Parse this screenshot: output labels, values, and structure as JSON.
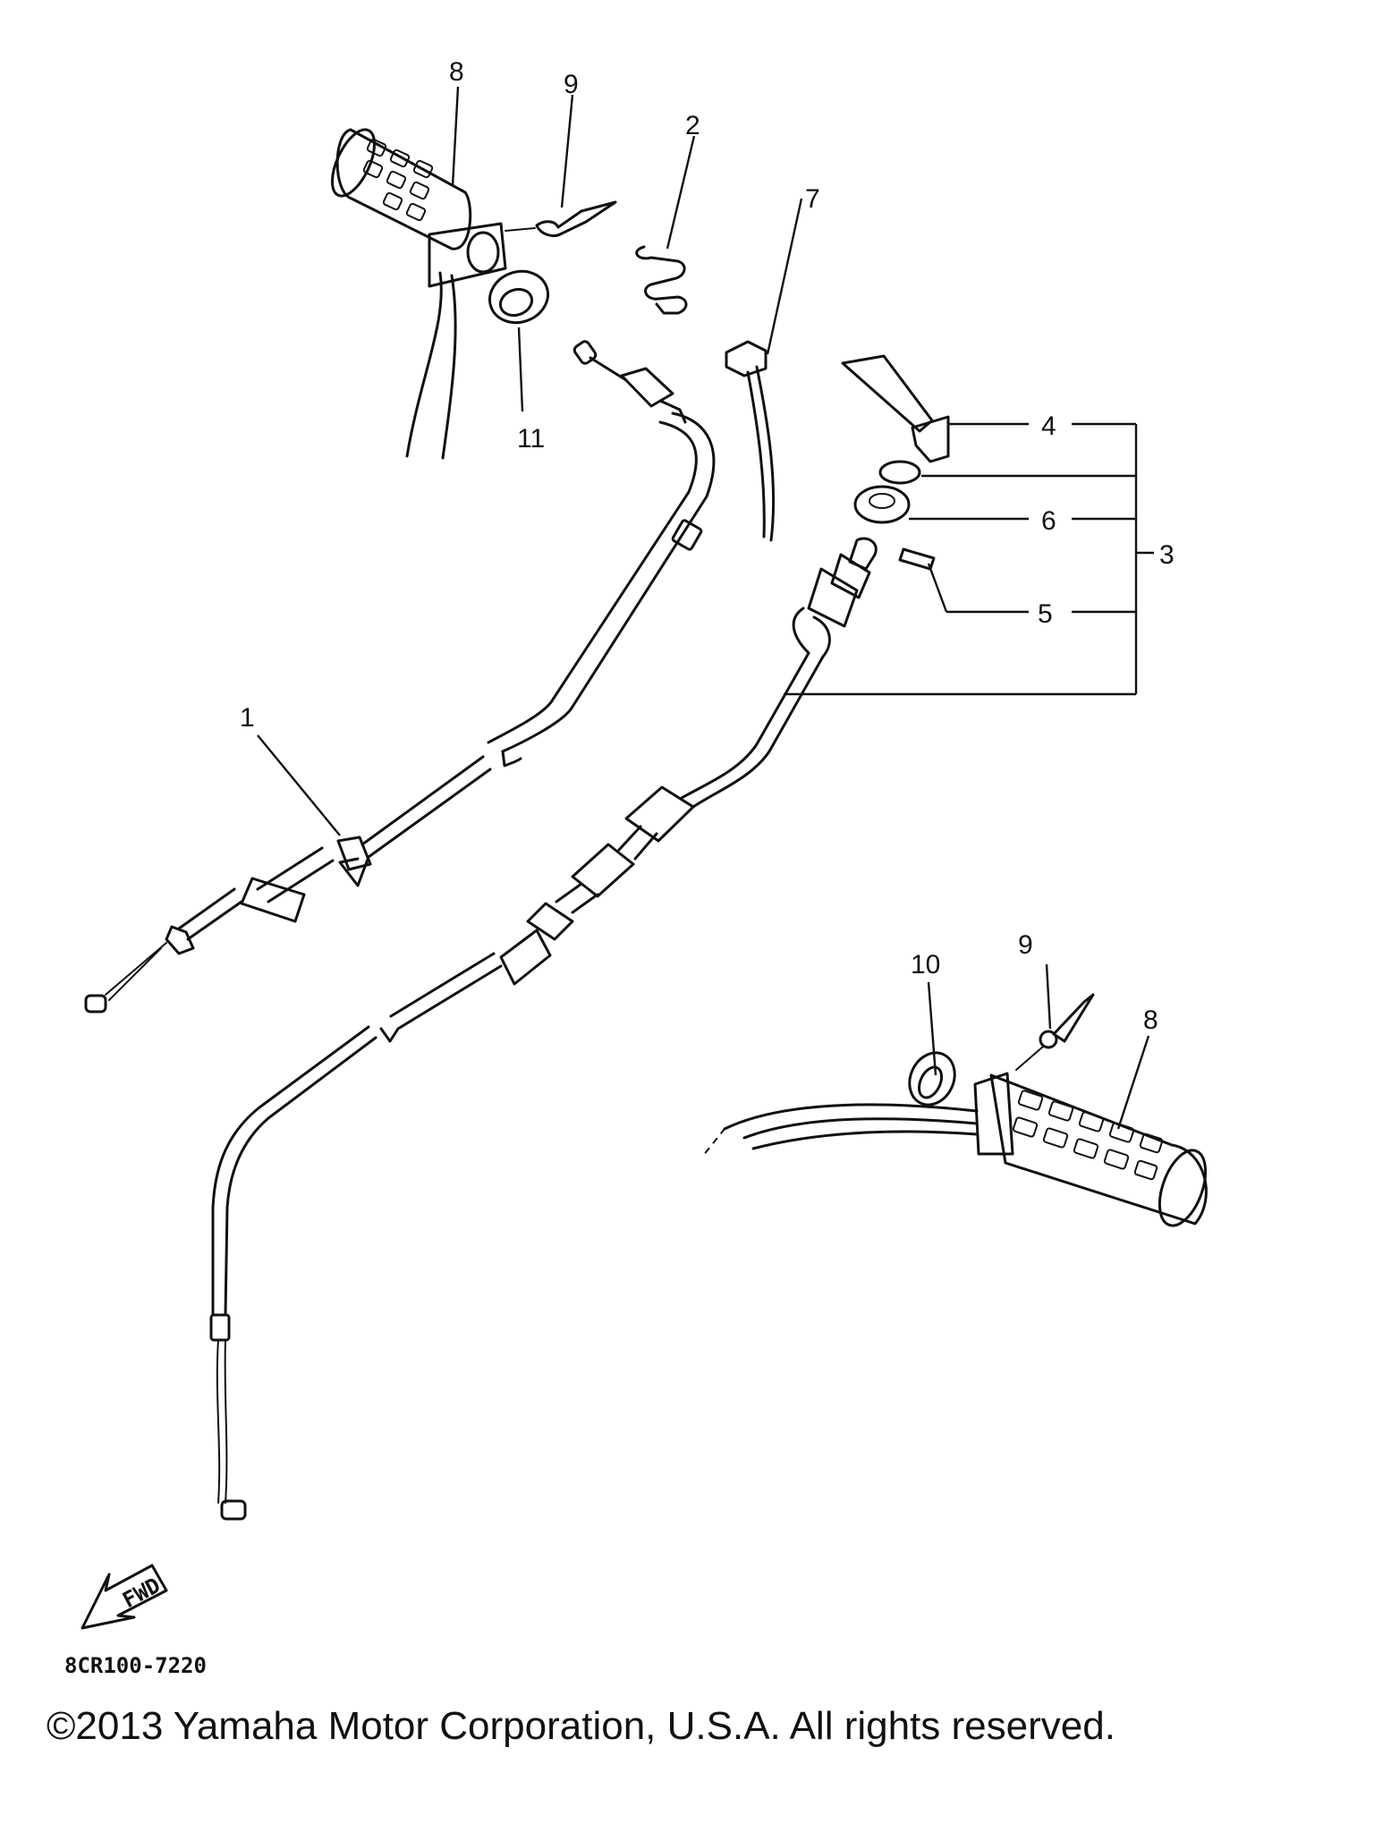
{
  "diagram": {
    "callouts": {
      "c1": "1",
      "c2": "2",
      "c3": "3",
      "c4": "4",
      "c5": "5",
      "c6": "6",
      "c7": "7",
      "c8_left": "8",
      "c8_right": "8",
      "c9_left": "9",
      "c9_right": "9",
      "c10": "10",
      "c11": "11"
    },
    "fwd_label": "FWD",
    "diagram_code": "8CR100-7220"
  },
  "footer": {
    "copyright": "©2013 Yamaha Motor Corporation, U.S.A. All rights reserved."
  }
}
